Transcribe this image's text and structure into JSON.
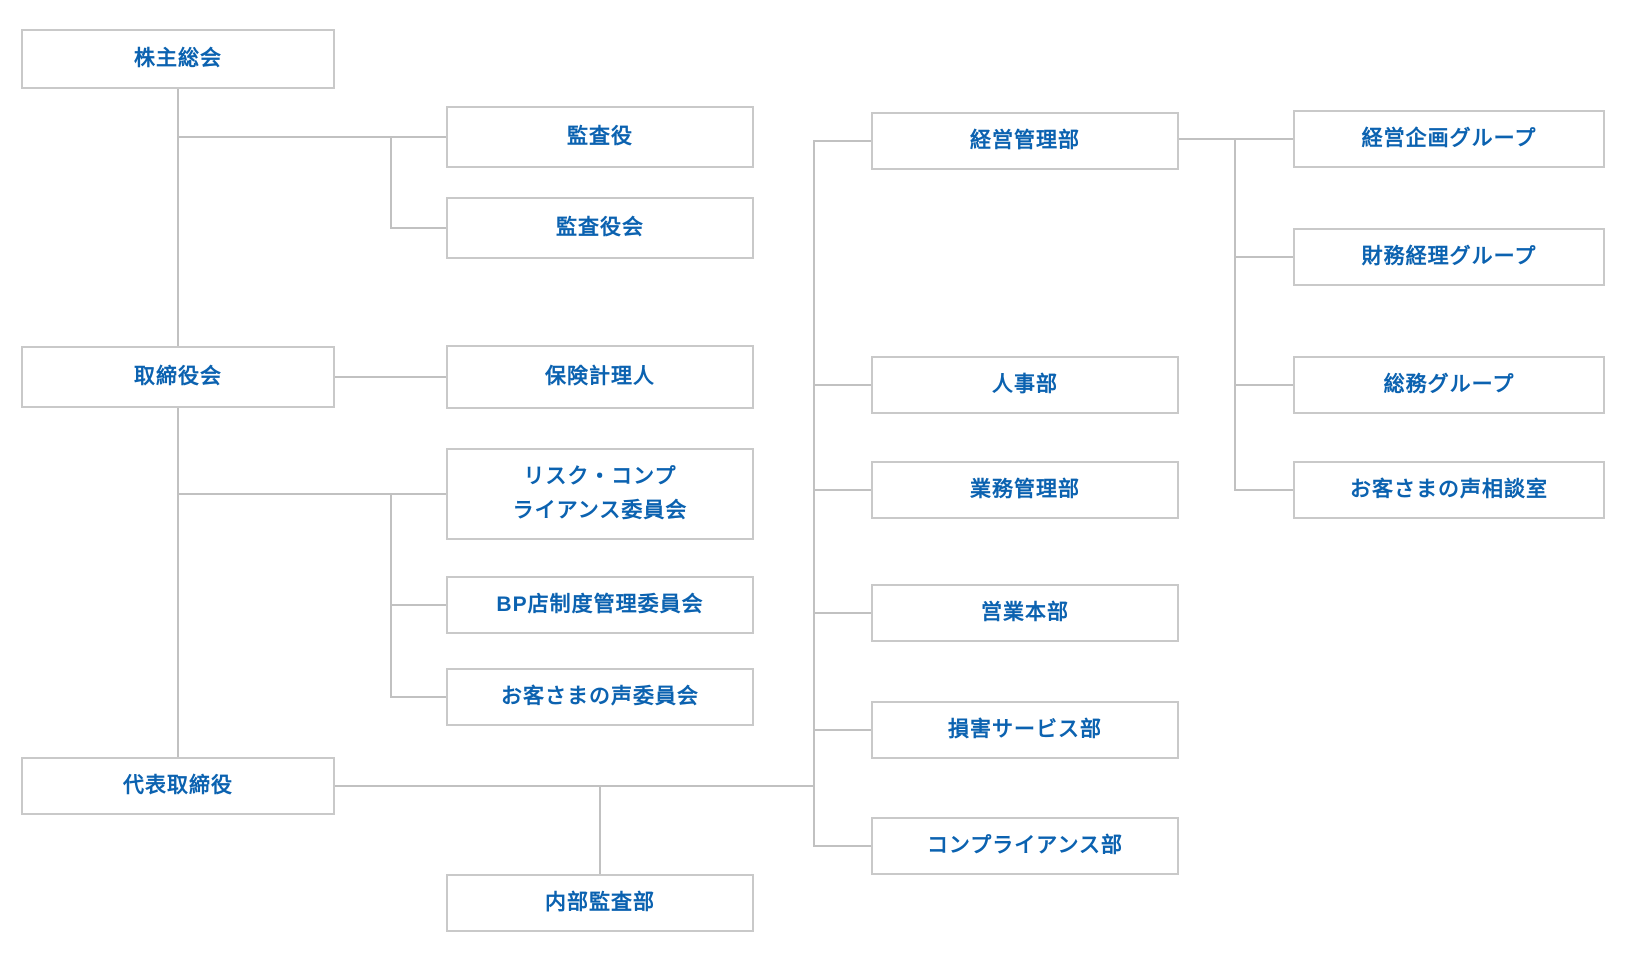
{
  "org_chart": {
    "type": "organization-chart",
    "language": "ja",
    "colors": {
      "label_text": "#0b62b0",
      "box_border": "#c9c9c9",
      "connector_line": "#c1c1c1",
      "background": "#ffffff"
    },
    "nodes": [
      {
        "id": "shareholders-meeting",
        "label": "株主総会"
      },
      {
        "id": "auditor",
        "label": "監査役"
      },
      {
        "id": "board-of-auditors",
        "label": "監査役会"
      },
      {
        "id": "board-of-directors",
        "label": "取締役会"
      },
      {
        "id": "insurance-actuary",
        "label": "保険計理人"
      },
      {
        "id": "risk-compliance-committee",
        "label": "リスク・コンプ\nライアンス委員会"
      },
      {
        "id": "bp-agency-system-committee",
        "label": "BP店制度管理委員会"
      },
      {
        "id": "customer-voice-committee",
        "label": "お客さまの声委員会"
      },
      {
        "id": "representative-director",
        "label": "代表取締役"
      },
      {
        "id": "internal-audit-dept",
        "label": "内部監査部"
      },
      {
        "id": "corporate-management-dept",
        "label": "経営管理部"
      },
      {
        "id": "hr-dept",
        "label": "人事部"
      },
      {
        "id": "business-administration-dept",
        "label": "業務管理部"
      },
      {
        "id": "sales-headquarters",
        "label": "営業本部"
      },
      {
        "id": "claims-service-dept",
        "label": "損害サービス部"
      },
      {
        "id": "compliance-dept",
        "label": "コンプライアンス部"
      },
      {
        "id": "corporate-planning-group",
        "label": "経営企画グループ"
      },
      {
        "id": "finance-accounting-group",
        "label": "財務経理グループ"
      },
      {
        "id": "general-affairs-group",
        "label": "総務グループ"
      },
      {
        "id": "customer-voice-office",
        "label": "お客さまの声相談室"
      }
    ],
    "edges": [
      {
        "from": "shareholders-meeting",
        "to": "auditor"
      },
      {
        "from": "shareholders-meeting",
        "to": "board-of-auditors"
      },
      {
        "from": "shareholders-meeting",
        "to": "board-of-directors"
      },
      {
        "from": "board-of-directors",
        "to": "insurance-actuary"
      },
      {
        "from": "board-of-directors",
        "to": "risk-compliance-committee"
      },
      {
        "from": "board-of-directors",
        "to": "bp-agency-system-committee"
      },
      {
        "from": "board-of-directors",
        "to": "customer-voice-committee"
      },
      {
        "from": "board-of-directors",
        "to": "representative-director"
      },
      {
        "from": "representative-director",
        "to": "internal-audit-dept"
      },
      {
        "from": "representative-director",
        "to": "corporate-management-dept"
      },
      {
        "from": "representative-director",
        "to": "hr-dept"
      },
      {
        "from": "representative-director",
        "to": "business-administration-dept"
      },
      {
        "from": "representative-director",
        "to": "sales-headquarters"
      },
      {
        "from": "representative-director",
        "to": "claims-service-dept"
      },
      {
        "from": "representative-director",
        "to": "compliance-dept"
      },
      {
        "from": "corporate-management-dept",
        "to": "corporate-planning-group"
      },
      {
        "from": "corporate-management-dept",
        "to": "finance-accounting-group"
      },
      {
        "from": "corporate-management-dept",
        "to": "general-affairs-group"
      },
      {
        "from": "corporate-management-dept",
        "to": "customer-voice-office"
      }
    ]
  }
}
